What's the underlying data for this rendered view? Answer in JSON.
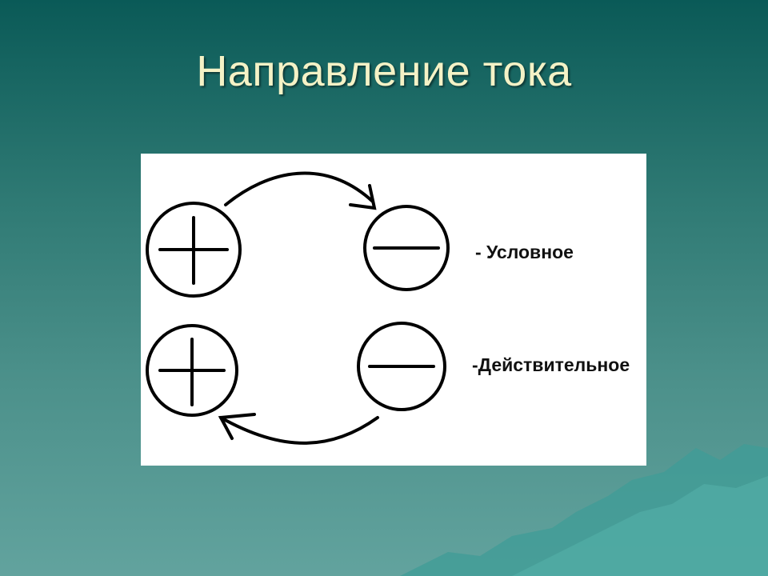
{
  "slide": {
    "title": "Направление тока",
    "background_color": "#2f7a74",
    "title_color": "#f4f2c6"
  },
  "diagram": {
    "rows": [
      {
        "positive_symbol": "+",
        "negative_symbol": "−",
        "arrow": "positive-to-negative",
        "label": "- Условное"
      },
      {
        "positive_symbol": "+",
        "negative_symbol": "−",
        "arrow": "negative-to-positive",
        "label": "-Действительное"
      }
    ]
  }
}
